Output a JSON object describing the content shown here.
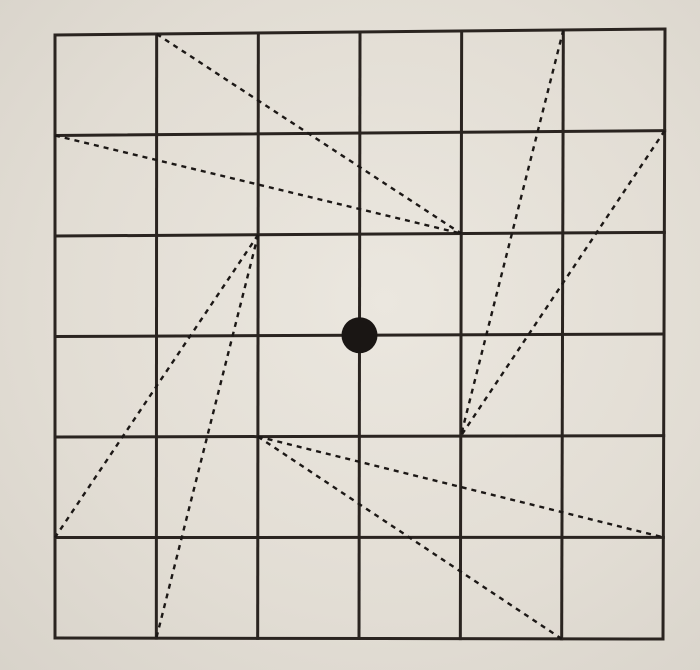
{
  "diagram": {
    "grid": {
      "columns": 6,
      "rows": 6
    },
    "center_dot": {
      "col": 3,
      "row": 3
    },
    "dashed_segments": [
      {
        "from": [
          1,
          0
        ],
        "to": [
          4,
          2
        ]
      },
      {
        "from": [
          0,
          1
        ],
        "to": [
          4,
          2
        ]
      },
      {
        "from": [
          5,
          0
        ],
        "to": [
          4,
          4
        ]
      },
      {
        "from": [
          6,
          1
        ],
        "to": [
          4,
          4
        ]
      },
      {
        "from": [
          2,
          2
        ],
        "to": [
          0,
          5
        ]
      },
      {
        "from": [
          2,
          2
        ],
        "to": [
          1,
          6
        ]
      },
      {
        "from": [
          2,
          4
        ],
        "to": [
          6,
          5
        ]
      },
      {
        "from": [
          2,
          4
        ],
        "to": [
          5,
          6
        ]
      }
    ],
    "colors": {
      "background": "#e4e0d8",
      "grid_line": "#2a2420",
      "dashed_line": "#1c1816",
      "dot": "#1a1614"
    }
  }
}
